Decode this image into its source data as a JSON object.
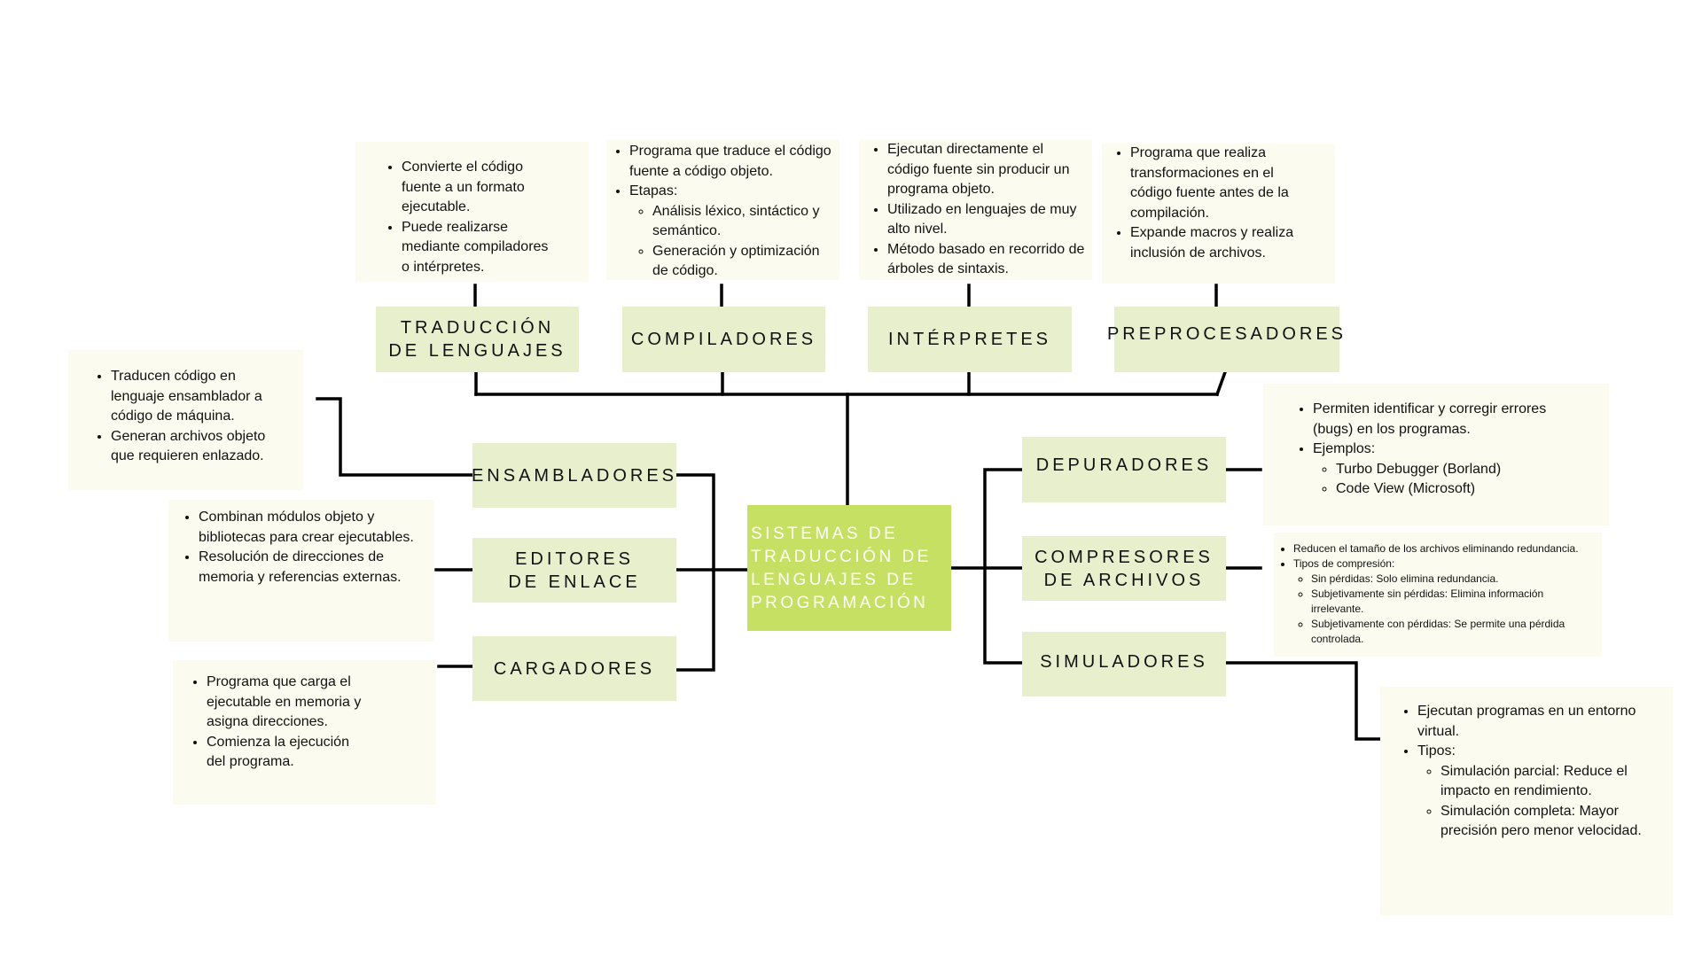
{
  "center": {
    "label": "SISTEMAS DE\nTRADUCCIÓN DE\nLENGUAJES DE\nPROGRAMACIÓN"
  },
  "nodes": {
    "traduccion": "TRADUCCIÓN\nDE LENGUAJES",
    "compiladores": "COMPILADORES",
    "interpretes": "INTÉRPRETES",
    "preprocesadores": "PREPROCESADORES",
    "ensambladores": "ENSAMBLADORES",
    "editores": "EDITORES\nDE ENLACE",
    "cargadores": "CARGADORES",
    "depuradores": "DEPURADORES",
    "compresores": "COMPRESORES\nDE ARCHIVOS",
    "simuladores": "SIMULADORES"
  },
  "notes": {
    "traduccion": [
      "Convierte el código fuente a un formato ejecutable.",
      "Puede realizarse mediante compiladores o intérpretes."
    ],
    "compiladores": {
      "items": [
        "Programa que traduce el código fuente a código objeto.",
        "Etapas:"
      ],
      "sub": [
        "Análisis léxico, sintáctico y semántico.",
        "Generación y optimización de código."
      ]
    },
    "interpretes": [
      "Ejecutan directamente el código fuente sin producir un programa objeto.",
      "Utilizado en lenguajes de muy alto nivel.",
      "Método basado en recorrido de árboles de sintaxis."
    ],
    "preprocesadores": [
      "Programa que realiza transformaciones en el código fuente antes de la compilación.",
      "Expande macros y realiza inclusión de archivos."
    ],
    "ensambladores": [
      "Traducen código en lenguaje ensamblador a código de máquina.",
      "Generan archivos objeto que requieren enlazado."
    ],
    "editores": [
      "Combinan módulos objeto y bibliotecas para crear ejecutables.",
      "Resolución de direcciones de memoria y referencias externas."
    ],
    "cargadores": [
      "Programa que carga el ejecutable en memoria y asigna direcciones.",
      "Comienza la ejecución del programa."
    ],
    "depuradores": {
      "items": [
        "Permiten identificar y corregir errores (bugs) en los programas.",
        "Ejemplos:"
      ],
      "sub": [
        "Turbo Debugger (Borland)",
        "Code View (Microsoft)"
      ]
    },
    "compresores": {
      "items": [
        "Reducen el tamaño de los archivos eliminando redundancia.",
        "Tipos de compresión:"
      ],
      "sub": [
        "Sin pérdidas: Solo elimina redundancia.",
        "Subjetivamente sin pérdidas: Elimina información irrelevante.",
        "Subjetivamente con pérdidas: Se permite una pérdida controlada."
      ]
    },
    "simuladores": {
      "items": [
        "Ejecutan programas en un entorno virtual.",
        "Tipos:"
      ],
      "sub": [
        "Simulación parcial: Reduce el impacto en rendimiento.",
        "Simulación completa: Mayor precisión pero menor velocidad."
      ]
    }
  },
  "colors": {
    "center": "#c6e063",
    "node": "#e8efcd",
    "note": "#fbfcef",
    "line": "#000000"
  }
}
